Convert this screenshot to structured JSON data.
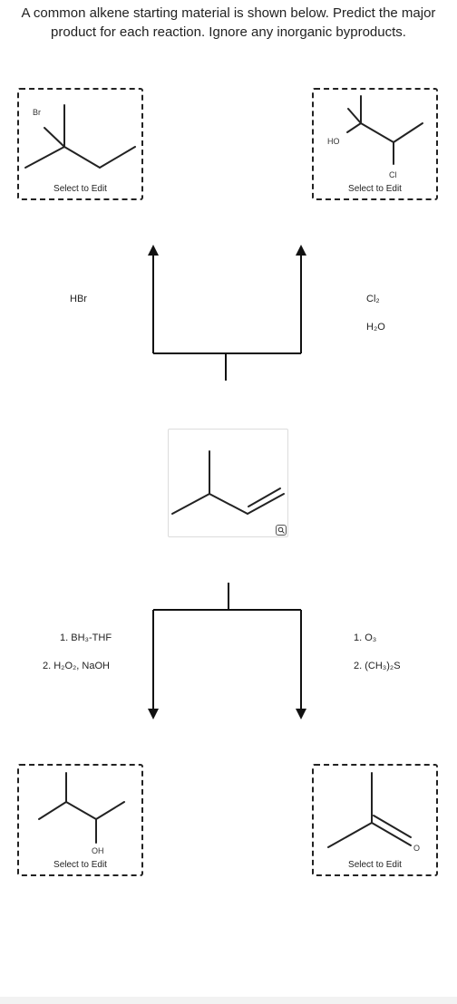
{
  "question": {
    "text": "A common alkene starting material is shown below. Predict the major product for each reaction. Ignore any inorganic byproducts."
  },
  "edit_label": "Select to Edit",
  "boxes": {
    "top_left": {
      "atom_label": "Br"
    },
    "top_right": {
      "atom_label_1": "HO",
      "atom_label_2": "Cl"
    },
    "bottom_left": {
      "atom_label": "OH"
    },
    "bottom_right": {
      "atom_label": "O"
    }
  },
  "reagents": {
    "top_left": {
      "line1": "HBr"
    },
    "top_right": {
      "line1": "Cl₂",
      "line2": "H₂O"
    },
    "bottom_left": {
      "line1": "1. BH₃-THF",
      "line2": "2. H₂O₂, NaOH"
    },
    "bottom_right": {
      "line1": "1. O₃",
      "line2": "2. (CH₃)₂S"
    }
  },
  "icons": {
    "zoom": "magnifier-icon"
  }
}
